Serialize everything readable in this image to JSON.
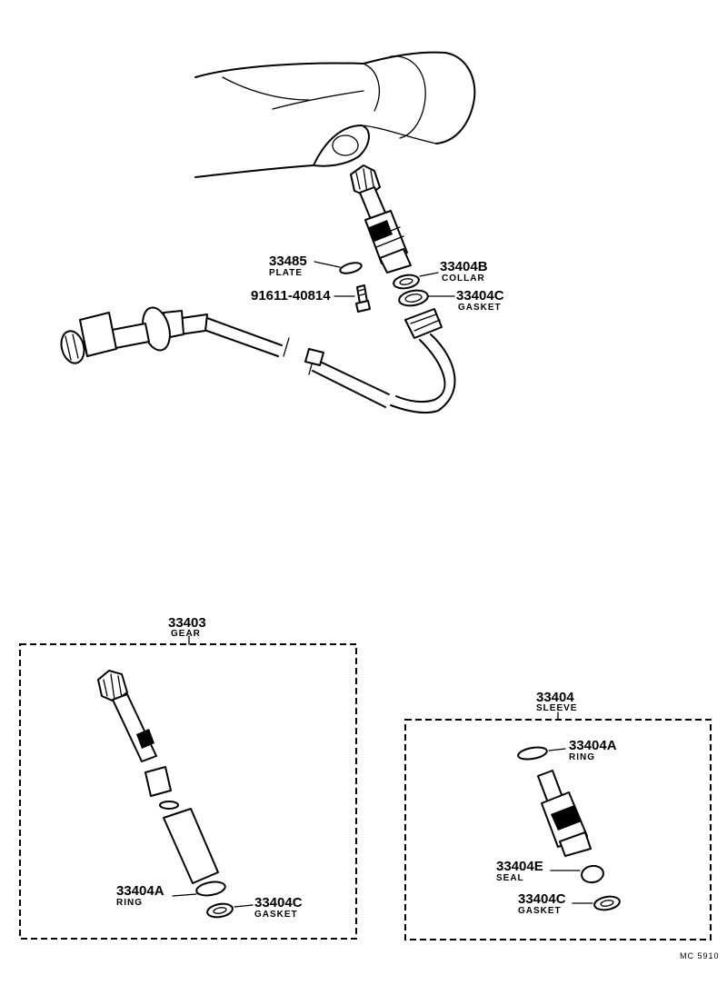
{
  "parts": {
    "plate": {
      "number": "33485",
      "name": "PLATE"
    },
    "bolt": {
      "number": "91611-40814"
    },
    "collar": {
      "number": "33404B",
      "name": "COLLAR"
    },
    "gasket_top": {
      "number": "33404C",
      "name": "GASKET"
    },
    "gear": {
      "number": "33403",
      "name": "GEAR"
    },
    "gear_ring": {
      "number": "33404A",
      "name": "RING"
    },
    "gear_gasket": {
      "number": "33404C",
      "name": "GASKET"
    },
    "sleeve": {
      "number": "33404",
      "name": "SLEEVE"
    },
    "sleeve_ring": {
      "number": "33404A",
      "name": "RING"
    },
    "sleeve_seal": {
      "number": "33404E",
      "name": "SEAL"
    },
    "sleeve_gasket": {
      "number": "33404C",
      "name": "GASKET"
    }
  },
  "footer": {
    "code": "MC 5910"
  }
}
